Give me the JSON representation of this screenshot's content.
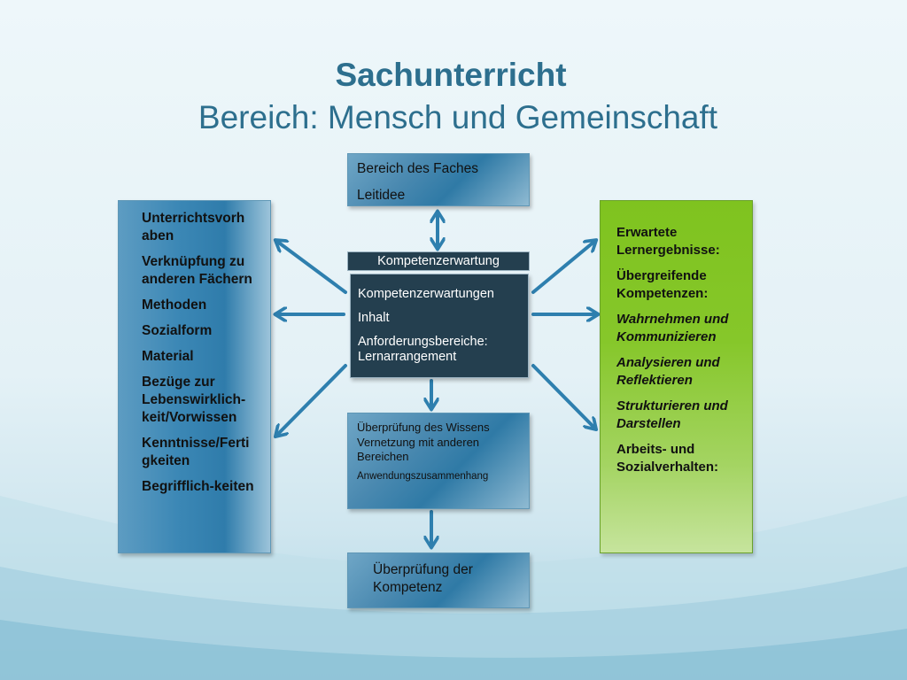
{
  "title": {
    "main": "Sachunterricht",
    "sub": "Bereich: Mensch und Gemeinschaft"
  },
  "top_box": {
    "items": [
      "Bereich des Faches",
      "Leitidee"
    ]
  },
  "center": {
    "header": "Kompetenzerwartung",
    "items": [
      "Kompetenzerwartungen",
      "Inhalt",
      "Anforderungsbereiche: Lernarrangement"
    ]
  },
  "left_box": {
    "items": [
      "Unterrichtsvorh aben",
      "Verknüpfung zu anderen Fächern",
      "Methoden",
      "Sozialform",
      "Material",
      "Bezüge zur Lebenswirklich-keit/Vorwissen",
      "Kenntnisse/Ferti gkeiten",
      "Begrifflich-keiten"
    ]
  },
  "right_box": {
    "items": [
      "Erwartete Lernergebnisse:",
      "Übergreifende Kompetenzen:",
      "Wahrnehmen und Kommunizieren",
      "Analysieren und Reflektieren",
      "Strukturieren und Darstellen",
      "Arbeits- und Sozialverhalten:"
    ]
  },
  "middle_box": {
    "items": [
      "Überprüfung des Wissens Vernetzung mit anderen Bereichen",
      "Anwendungszusammenhang"
    ]
  },
  "bottom_box": {
    "text": "Überprüfung der Kompetenz"
  },
  "colors": {
    "title": "#2d6f8e",
    "arrow": "#2e7fae",
    "dark": "#243f4f",
    "green": "#7fc31f"
  }
}
